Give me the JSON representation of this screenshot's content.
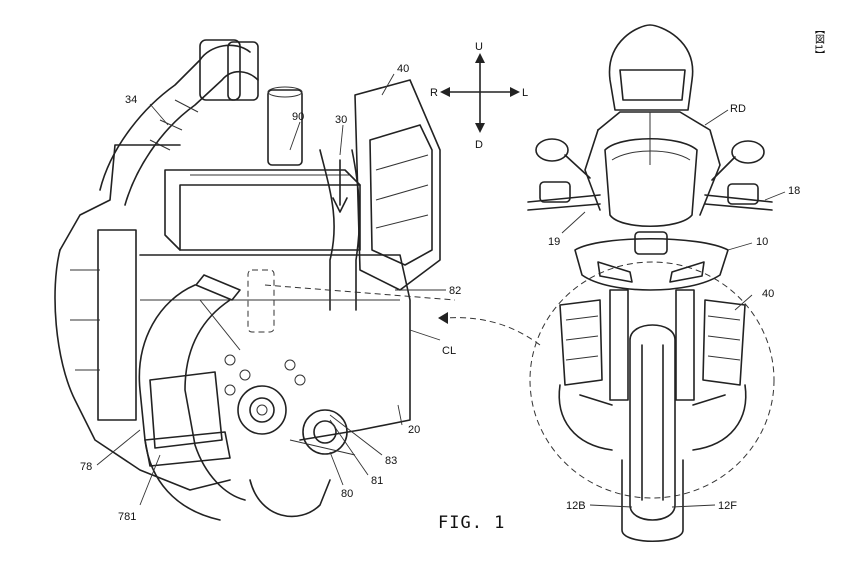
{
  "figure_tag": "【図1】",
  "caption": "FIG. 1",
  "directions": {
    "up": "U",
    "down": "D",
    "left": "L",
    "right": "R"
  },
  "labels": {
    "l34": "34",
    "l90": "90",
    "l30": "30",
    "l40a": "40",
    "l82": "82",
    "lCL": "CL",
    "l20": "20",
    "l83": "83",
    "l81": "81",
    "l80": "80",
    "l78": "78",
    "l781": "781",
    "lRD": "RD",
    "l18": "18",
    "l19": "19",
    "l10": "10",
    "l40b": "40",
    "l12B": "12B",
    "l12F": "12F"
  }
}
